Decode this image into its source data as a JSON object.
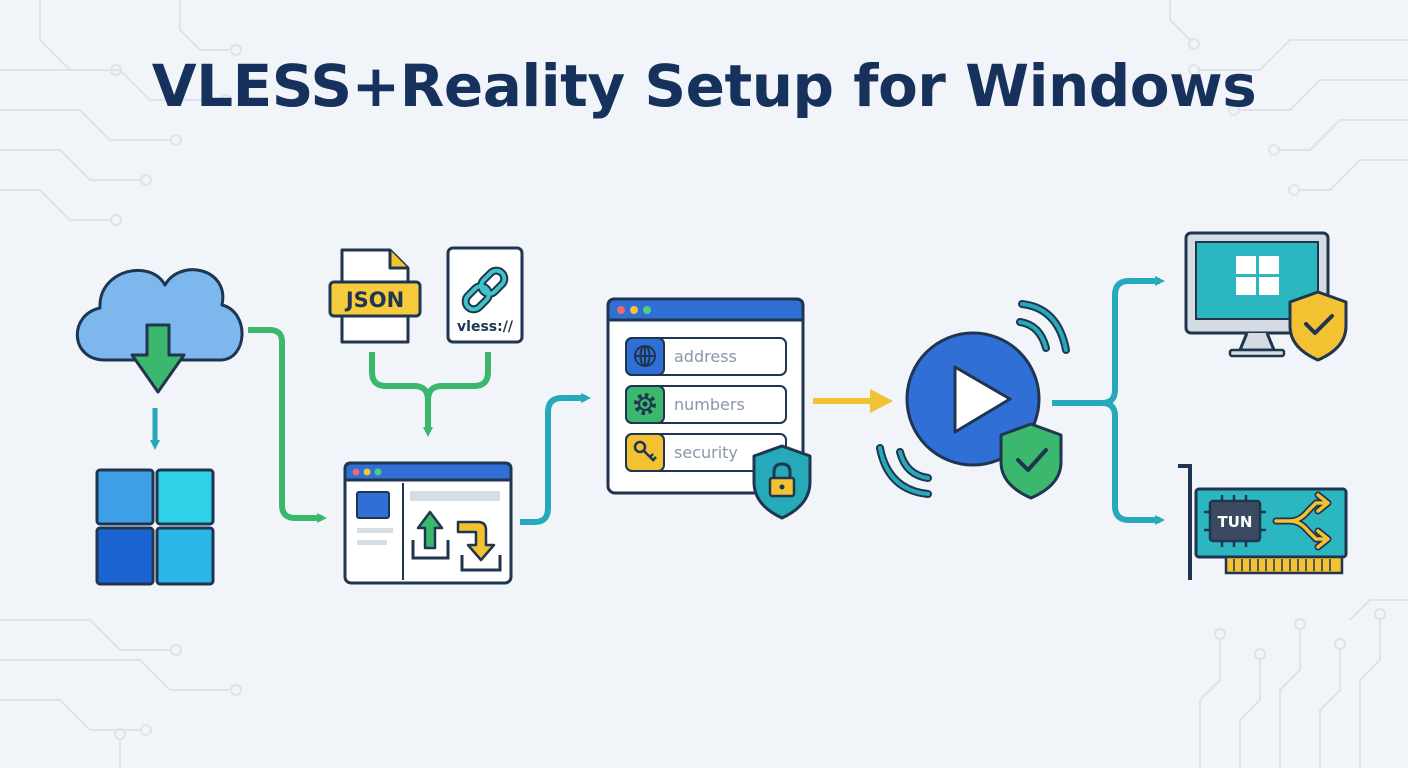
{
  "title": "VLESS+Reality Setup for Windows",
  "icons": {
    "json_file": "JSON",
    "link_file": "vless://"
  },
  "config_fields": [
    {
      "label": "address",
      "icon": "globe-icon"
    },
    {
      "label": "numbers",
      "icon": "gear-icon"
    },
    {
      "label": "security",
      "icon": "key-icon"
    }
  ],
  "tun_card": "TUN",
  "colors": {
    "title": "#16325c",
    "green": "#3bb86d",
    "teal": "#26a9b8",
    "yellow": "#f2c232",
    "blue": "#2f6fd6",
    "outline": "#1f3550"
  }
}
